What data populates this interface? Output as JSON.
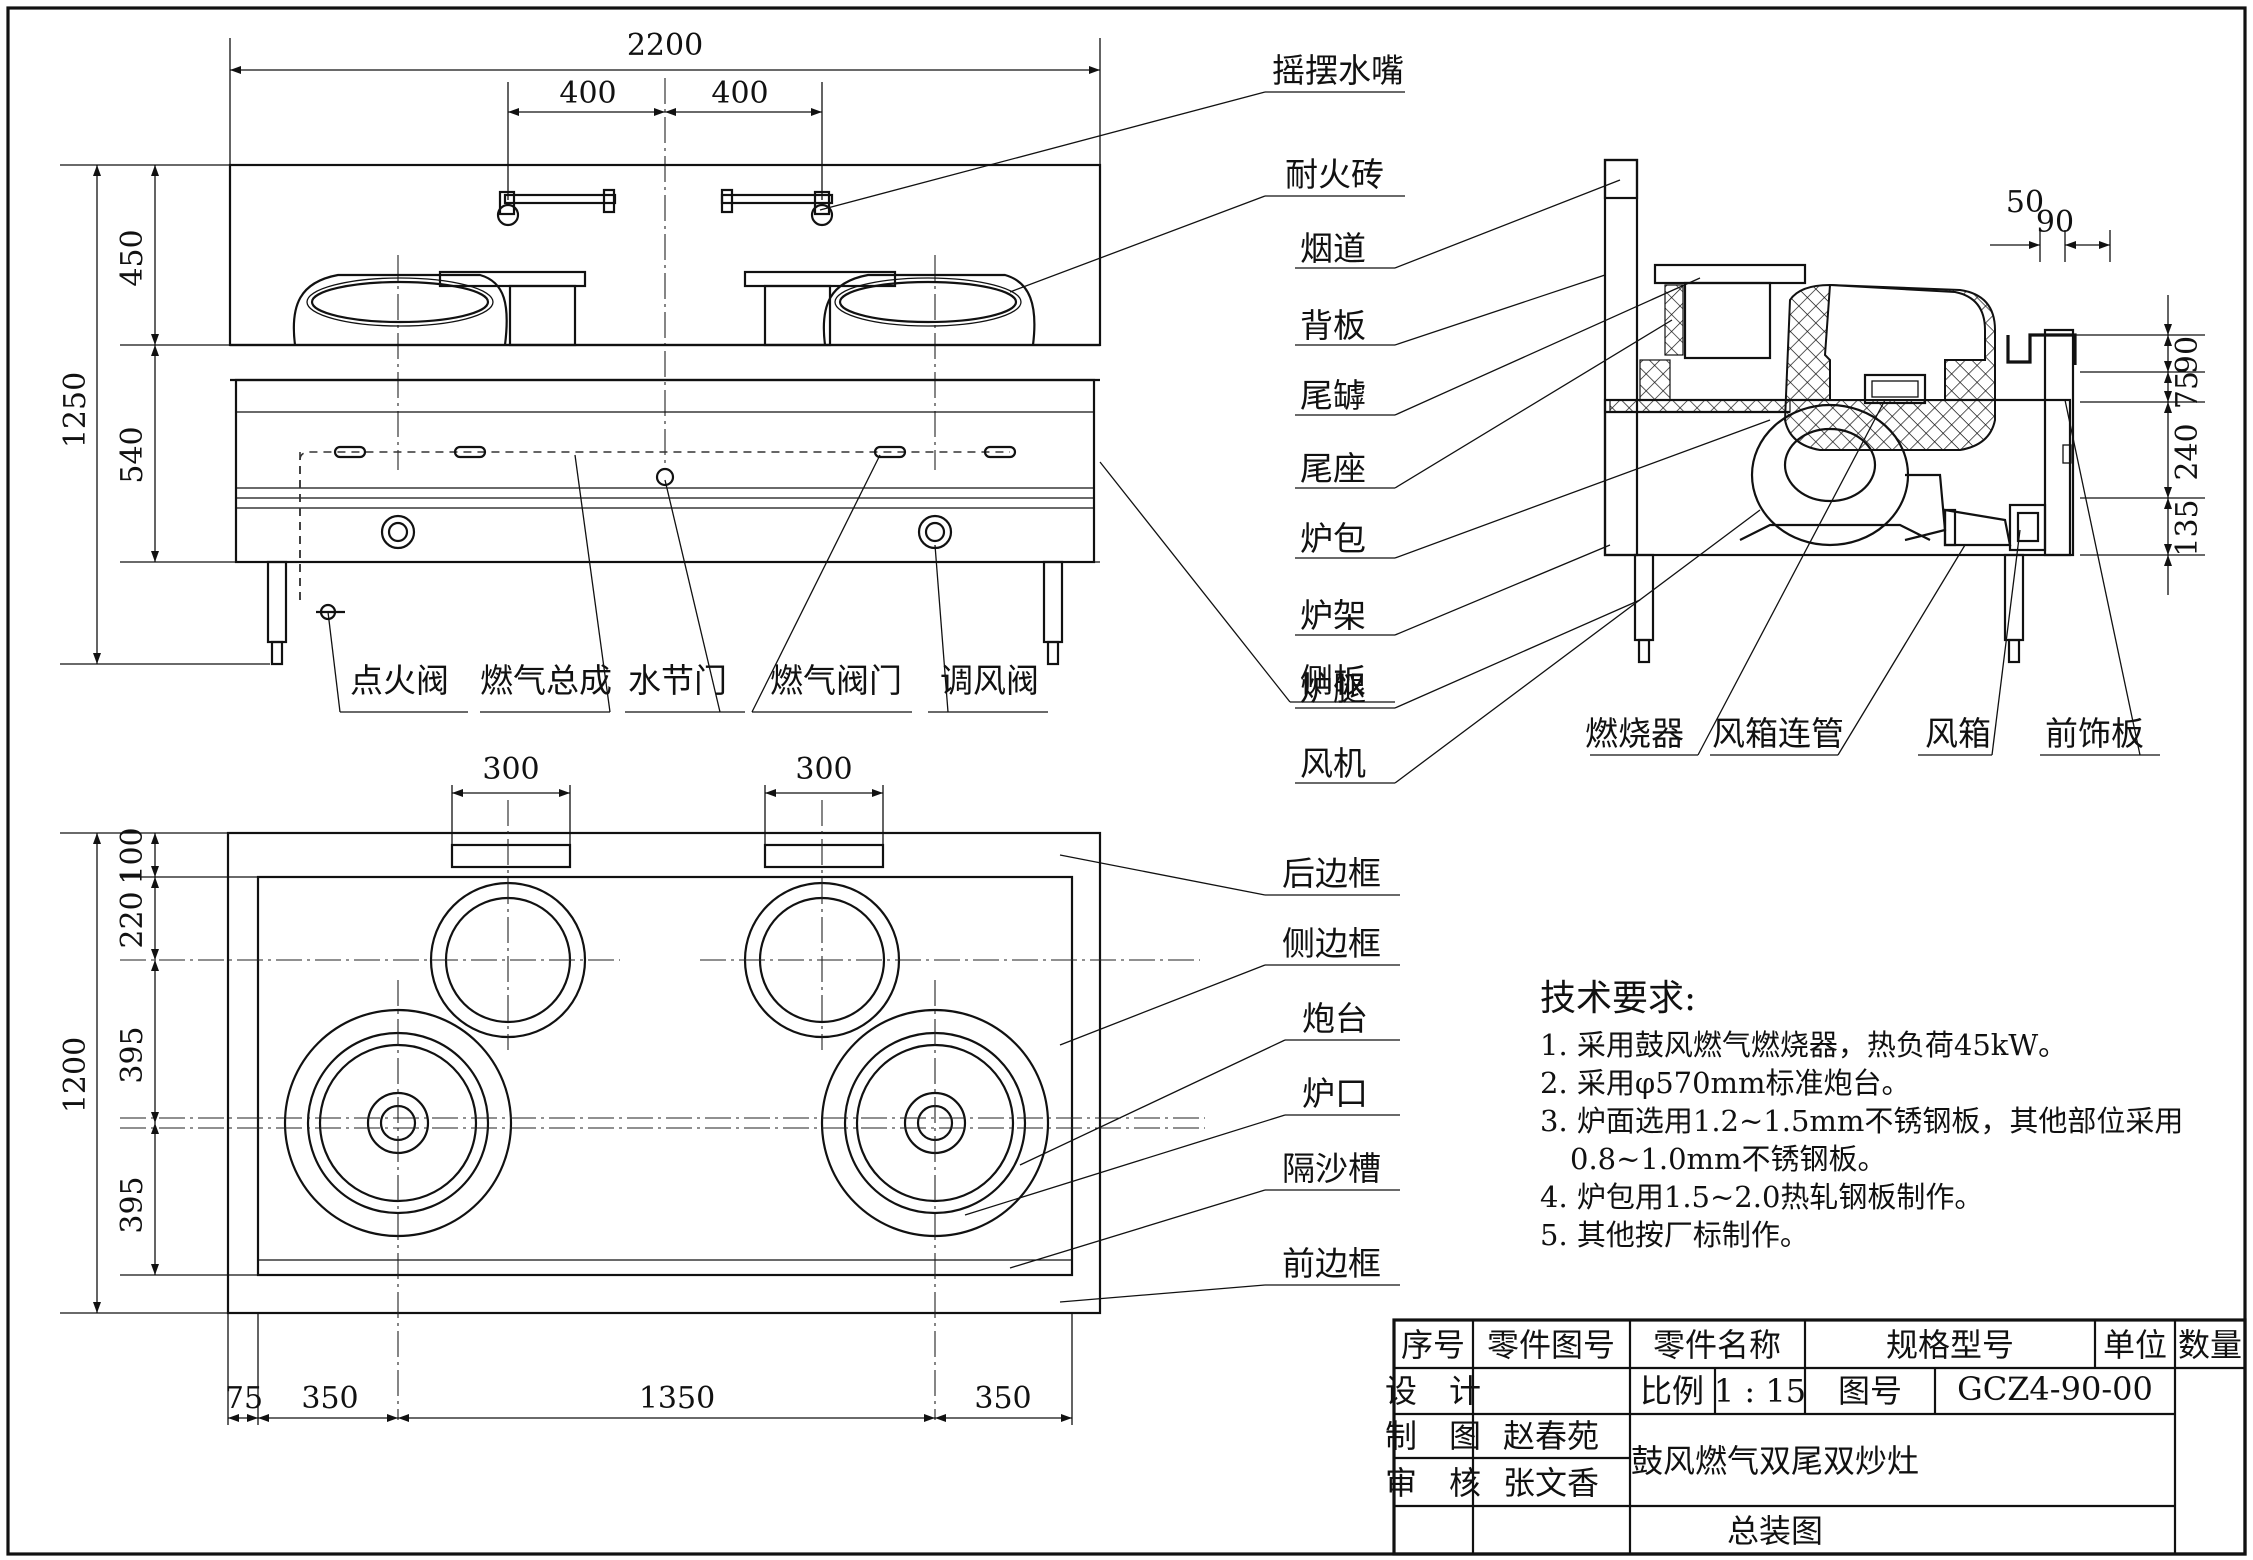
{
  "front_view": {
    "dims": {
      "overall_width": "2200",
      "spout_left": "400",
      "spout_right": "400",
      "total_height": "1250",
      "upper_height": "450",
      "lower_height": "540"
    },
    "callouts": {
      "swing_faucet": "摇摆水嘴",
      "firebrick": "耐火砖",
      "ignition_valve": "点火阀",
      "gas_manifold": "燃气总成",
      "water_valve": "水节门",
      "gas_valve": "燃气阀门",
      "air_damper": "调风阀",
      "side_panel": "侧板"
    }
  },
  "side_view": {
    "dims": {
      "d50": "50",
      "d90a": "90",
      "d90b": "90",
      "d75": "75",
      "d240": "240",
      "d135": "135"
    },
    "callouts": {
      "flue": "烟道",
      "back_panel": "背板",
      "tail_pot": "尾罅",
      "tail_seat": "尾座",
      "furnace_body": "炉包",
      "frame": "炉架",
      "leg": "炉腿",
      "blower": "风机",
      "burner": "燃烧器",
      "air_pipe": "风箱连管",
      "air_box": "风箱",
      "front_trim": "前饰板"
    }
  },
  "top_view": {
    "dims": {
      "width_300_left": "300",
      "width_300_right": "300",
      "depth_total": "1200",
      "d100": "100",
      "d220": "220",
      "d395a": "395",
      "d395b": "395",
      "b75": "75",
      "b350_left": "350",
      "b1350": "1350",
      "b350_right": "350"
    },
    "callouts": {
      "rear_frame": "后边框",
      "side_frame": "侧边框",
      "wok_stand": "炮台",
      "burner_port": "炉口",
      "sand_trough": "隔沙槽",
      "front_frame": "前边框"
    }
  },
  "tech_requirements": {
    "title": "技术要求:",
    "items": [
      "1. 采用鼓风燃气燃烧器，热负荷45kW。",
      "2. 采用φ570mm标准炮台。",
      "3. 炉面选用1.2~1.5mm不锈钢板，其他部位采用",
      "0.8~1.0mm不锈钢板。",
      "4. 炉包用1.5~2.0热轧钢板制作。",
      "5. 其他按厂标制作。"
    ]
  },
  "title_block": {
    "h_seq": "序号",
    "h_part_no": "零件图号",
    "h_part_name": "零件名称",
    "h_spec": "规格型号",
    "h_unit": "单位",
    "h_qty": "数量",
    "design": "设　计",
    "scale_label": "比例",
    "scale_value": "1 : 15",
    "drawing_no_label": "图号",
    "drawing_no": "GCZ4-90-00",
    "drawn_label": "制　图",
    "drawn_by": "赵春苑",
    "checked_label": "审　核",
    "checked_by": "张文香",
    "product_name": "鼓风燃气双尾双炒灶",
    "sheet_title": "总装图"
  }
}
